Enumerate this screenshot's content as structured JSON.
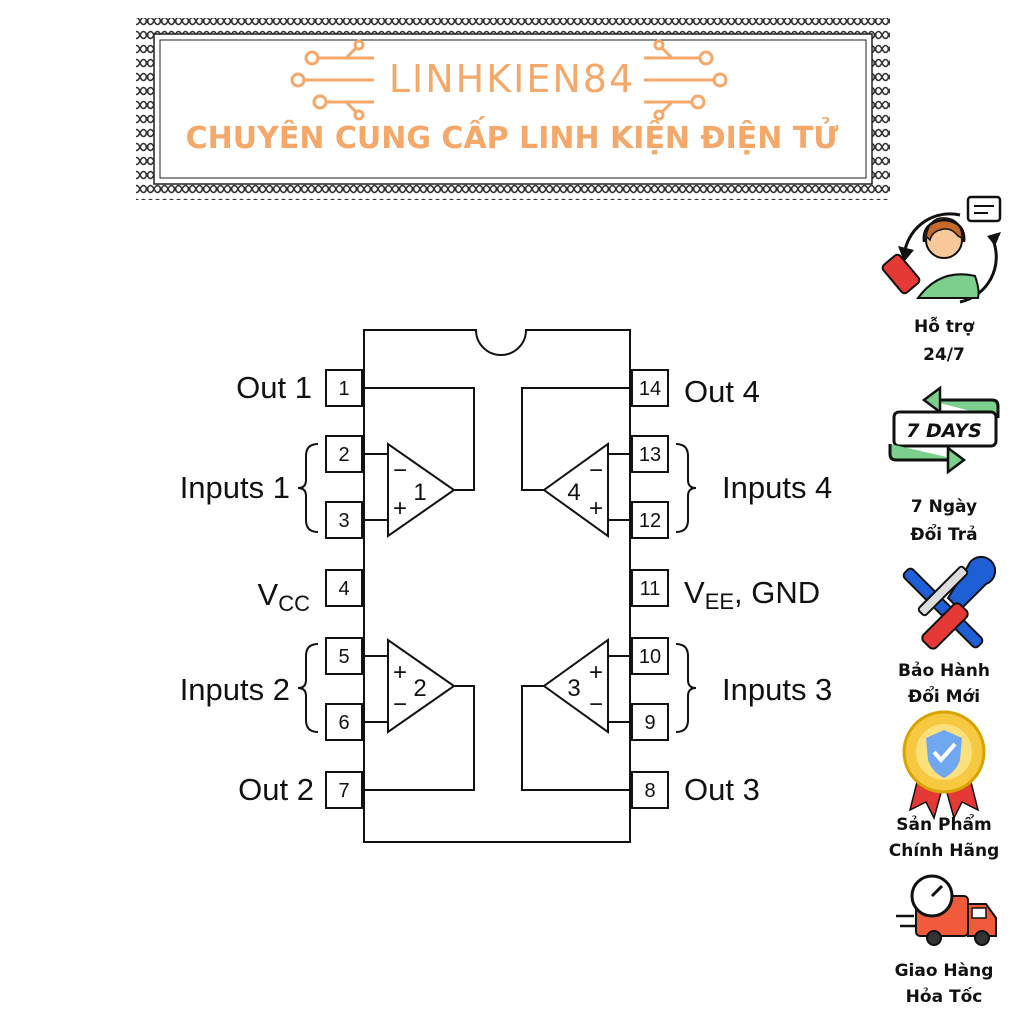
{
  "banner": {
    "brand": "LINHKIEN84",
    "tagline": "CHUYÊN CUNG CẤP LINH KIỆN ĐIỆN TỬ"
  },
  "services": [
    {
      "line1": "Hỗ trợ",
      "line2": "24/7",
      "icon": "support-agent-icon"
    },
    {
      "line1": "7 Ngày",
      "line2": "Đổi Trả",
      "icon": "seven-days-icon",
      "badge": "7 DAYS"
    },
    {
      "line1": "Bảo Hành",
      "line2": "Đổi Mới",
      "icon": "tools-icon"
    },
    {
      "line1": "Sản Phẩm",
      "line2": "Chính Hãng",
      "icon": "verified-badge-icon"
    },
    {
      "line1": "Giao Hàng",
      "line2": "Hỏa Tốc",
      "icon": "fast-delivery-icon"
    }
  ],
  "chip": {
    "left_pins": [
      "1",
      "2",
      "3",
      "4",
      "5",
      "6",
      "7"
    ],
    "right_pins": [
      "14",
      "13",
      "12",
      "11",
      "10",
      "9",
      "8"
    ],
    "labels": {
      "out1": "Out 1",
      "inputs1": "Inputs 1",
      "vcc_main": "V",
      "vcc_sub": "CC",
      "inputs2": "Inputs 2",
      "out2": "Out 2",
      "out4": "Out 4",
      "inputs4": "Inputs 4",
      "vee_main": "V",
      "vee_sub": "EE",
      "vee_rest": ", GND",
      "inputs3": "Inputs 3",
      "out3": "Out 3"
    },
    "amps": [
      "1",
      "2",
      "3",
      "4"
    ],
    "signs": {
      "minus": "−",
      "plus": "+"
    }
  },
  "colors": {
    "accent": "#f4a86a",
    "line": "#111111",
    "green": "#7dcf8e"
  }
}
